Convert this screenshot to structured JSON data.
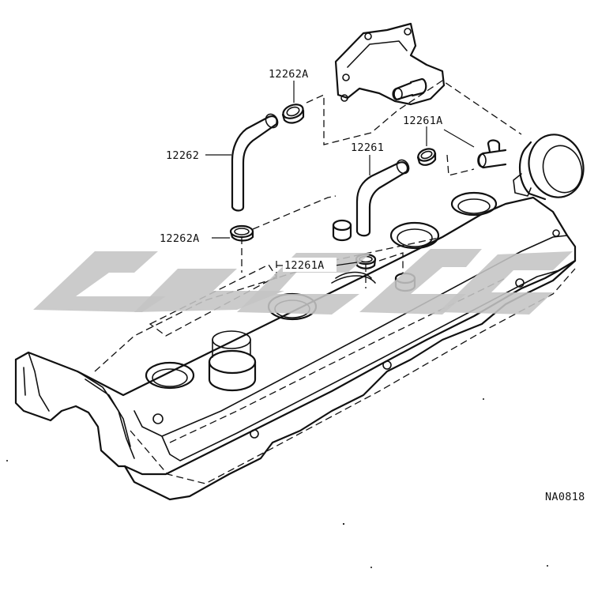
{
  "diagram": {
    "figure_code": "NA0818",
    "callouts": {
      "p12262A_top": "12262A",
      "p12261A_top": "12261A",
      "p12262": "12262",
      "p12261": "12261",
      "p12262A_bottom": "12262A",
      "p12261A_bottom": "12261A"
    }
  }
}
